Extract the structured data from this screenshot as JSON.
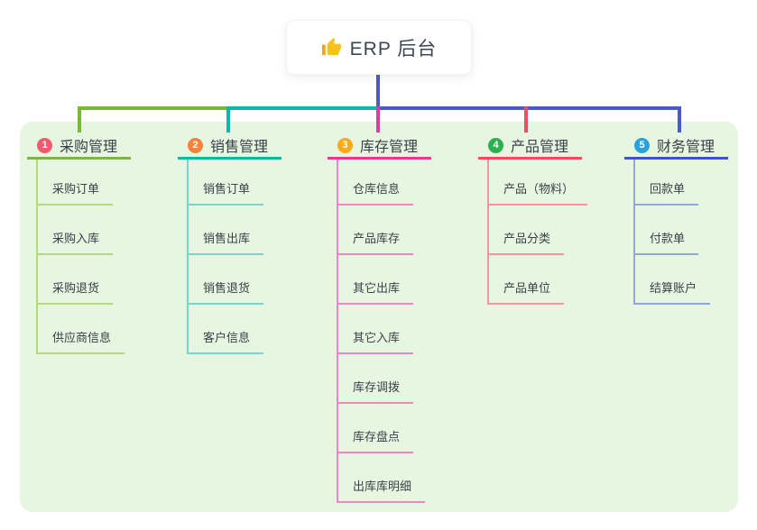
{
  "root": {
    "title": "ERP 后台",
    "icon": "thumbs-up-icon",
    "icon_color": "#f5b826"
  },
  "canvas": {
    "background": "#ffffff",
    "panel_background": "#e7f6e1",
    "text_color": "#3b4147"
  },
  "connector": {
    "stem_color": "#4a5acd",
    "bus_segments": [
      {
        "name": "purchase-segment",
        "color": "#7ab83a"
      },
      {
        "name": "sales-segment",
        "color": "#12b5a9"
      },
      {
        "name": "finance-segment",
        "color": "#4a5acd"
      }
    ],
    "drops": [
      {
        "name": "purchase-drop",
        "color": "#7ab83a"
      },
      {
        "name": "sales-drop",
        "color": "#12b5a9"
      },
      {
        "name": "inventory-drop",
        "color": "#e1399e"
      },
      {
        "name": "product-drop",
        "color": "#f74a5e"
      },
      {
        "name": "finance-drop",
        "color": "#4a5acd"
      }
    ]
  },
  "branches": [
    {
      "number": "1",
      "label": "采购管理",
      "badge_color": "#f6596e",
      "line_color": "#7ab83a",
      "child_line_color": "#b4d982",
      "items": [
        "采购订单",
        "采购入库",
        "采购退货",
        "供应商信息"
      ]
    },
    {
      "number": "2",
      "label": "销售管理",
      "badge_color": "#f8823c",
      "line_color": "#12b5a9",
      "child_line_color": "#7cd3cb",
      "items": [
        "销售订单",
        "销售出库",
        "销售退货",
        "客户信息"
      ]
    },
    {
      "number": "3",
      "label": "库存管理",
      "badge_color": "#fbab1a",
      "line_color": "#e1399e",
      "child_line_color": "#ef86c4",
      "items": [
        "仓库信息",
        "产品库存",
        "其它出库",
        "其它入库",
        "库存调拨",
        "库存盘点",
        "出库库明细"
      ]
    },
    {
      "number": "4",
      "label": "产品管理",
      "badge_color": "#2cb150",
      "line_color": "#f74a5e",
      "child_line_color": "#f9939f",
      "items": [
        "产品（物料）",
        "产品分类",
        "产品单位"
      ]
    },
    {
      "number": "5",
      "label": "财务管理",
      "badge_color": "#2aa3dc",
      "line_color": "#3a55c5",
      "child_line_color": "#91a6da",
      "items": [
        "回款单",
        "付款单",
        "结算账户"
      ]
    }
  ]
}
